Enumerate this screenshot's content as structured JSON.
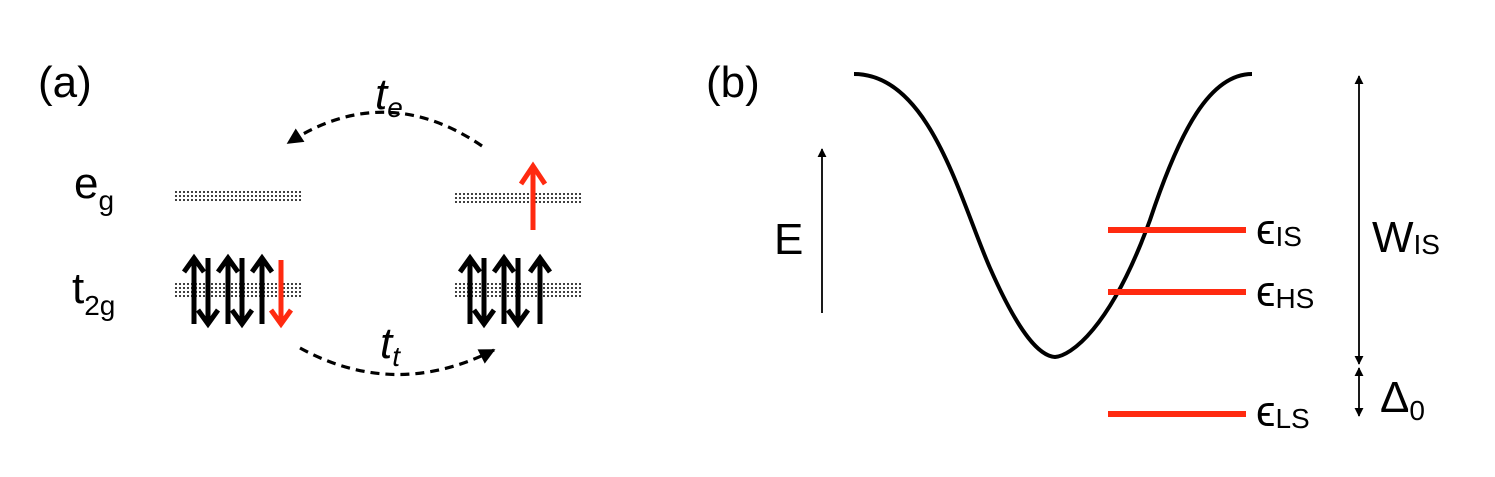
{
  "panel_a": {
    "label": "(a)",
    "level_eg": {
      "main": "e",
      "sub": "g"
    },
    "level_t2g": {
      "main": "t",
      "sub": "2g"
    },
    "hop_e": {
      "main": "t",
      "sub": "e"
    },
    "hop_t": {
      "main": "t",
      "sub": "t"
    }
  },
  "panel_b": {
    "label": "(b)",
    "energy_axis": "E",
    "levels": [
      {
        "symbol": "ϵ",
        "sub": "IS"
      },
      {
        "symbol": "ϵ",
        "sub": "HS"
      },
      {
        "symbol": "ϵ",
        "sub": "LS"
      }
    ],
    "width_label": {
      "main": "W",
      "sub": "IS"
    },
    "gap_label": {
      "main": "Δ",
      "sub": "0"
    }
  },
  "colors": {
    "spin_highlight": "#ff2a10",
    "ink": "#000000"
  }
}
